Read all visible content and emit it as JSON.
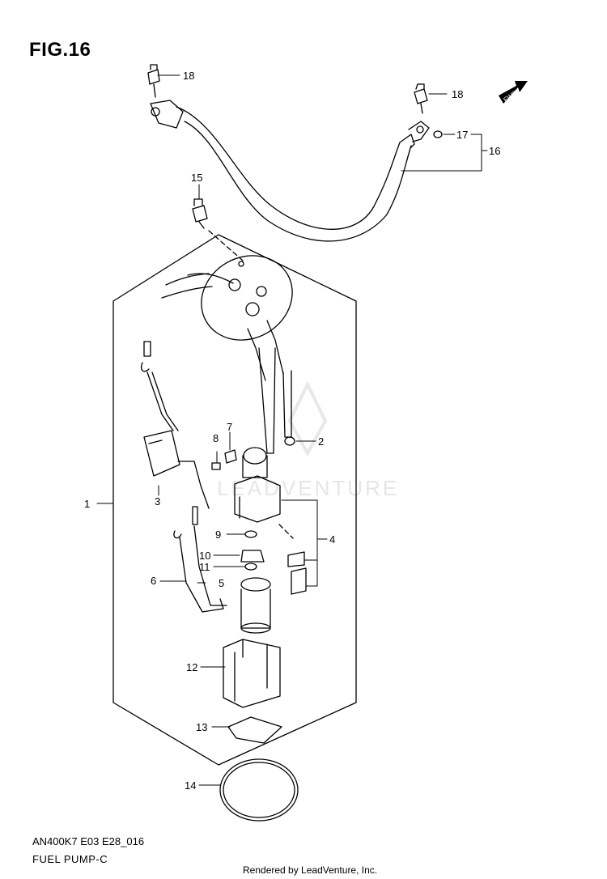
{
  "figure": {
    "title": "FIG.16",
    "code": "AN400K7 E03 E28_016",
    "name": "FUEL PUMP-C",
    "credit": "Rendered by LeadVenture, Inc.",
    "watermark": "LEADVENTURE",
    "fwd_label": "FWD"
  },
  "callouts": [
    "1",
    "2",
    "3",
    "4",
    "5",
    "6",
    "7",
    "8",
    "9",
    "10",
    "11",
    "12",
    "13",
    "14",
    "15",
    "16",
    "17",
    "18",
    "18"
  ]
}
